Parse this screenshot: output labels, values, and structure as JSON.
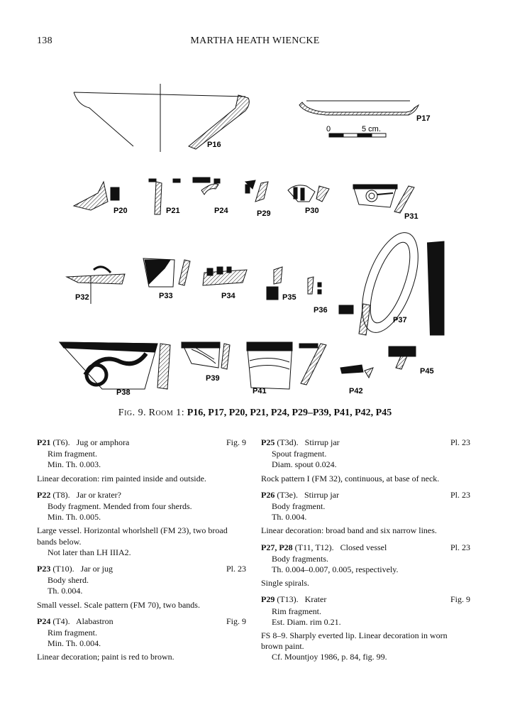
{
  "header": {
    "page_number": "138",
    "author": "MARTHA HEATH WIENCKE"
  },
  "figure": {
    "labels": [
      "P16",
      "P17",
      "P20",
      "P21",
      "P24",
      "P29",
      "P30",
      "P31",
      "P32",
      "P33",
      "P34",
      "P35",
      "P36",
      "P37",
      "P38",
      "P39",
      "P41",
      "P42",
      "P45"
    ],
    "scale_zero": "0",
    "scale_text": "5 cm."
  },
  "caption": {
    "fig": "Fig. 9.",
    "room": "Room 1:",
    "items": "P16, P17, P20, P21, P24, P29–P39, P41, P42, P45"
  },
  "left_entries": [
    {
      "id": "P21",
      "ctx": "(T6).",
      "name": "Jug or amphora",
      "ref": "Fig. 9",
      "lines": [
        "Rim fragment.",
        "Min. Th. 0.003."
      ],
      "desc": [
        "Linear decoration: rim painted inside and outside."
      ]
    },
    {
      "id": "P22",
      "ctx": "(T8).",
      "name": "Jar or krater?",
      "ref": "",
      "lines": [
        "Body fragment. Mended from four sherds.",
        "Min. Th. 0.005."
      ],
      "desc": [
        "Large vessel. Horizontal whorlshell (FM 23), two broad bands below."
      ],
      "desc_ind": [
        "Not later than LH IIIA2."
      ]
    },
    {
      "id": "P23",
      "ctx": "(T10).",
      "name": "Jar or jug",
      "ref": "Pl. 23",
      "lines": [
        "Body sherd.",
        "Th. 0.004."
      ],
      "desc": [
        "Small vessel. Scale pattern (FM 70), two bands."
      ]
    },
    {
      "id": "P24",
      "ctx": "(T4).",
      "name": "Alabastron",
      "ref": "Fig. 9",
      "lines": [
        "Rim fragment.",
        "Min. Th. 0.004."
      ],
      "desc": [
        "Linear decoration; paint is red to brown."
      ]
    }
  ],
  "right_entries": [
    {
      "id": "P25",
      "ctx": "(T3d).",
      "name": "Stirrup jar",
      "ref": "Pl. 23",
      "lines": [
        "Spout fragment.",
        "Diam. spout 0.024."
      ],
      "desc": [
        "Rock pattern I (FM 32), continuous, at base of neck."
      ]
    },
    {
      "id": "P26",
      "ctx": "(T3e).",
      "name": "Stirrup jar",
      "ref": "Pl. 23",
      "lines": [
        "Body fragment.",
        "Th. 0.004."
      ],
      "desc": [
        "Linear decoration: broad band and six narrow lines."
      ]
    },
    {
      "id": "P27, P28",
      "ctx": "(T11, T12).",
      "name": "Closed vessel",
      "ref": "Pl. 23",
      "lines": [
        "Body fragments.",
        "Th. 0.004–0.007, 0.005, respectively."
      ],
      "desc": [
        "Single spirals."
      ]
    },
    {
      "id": "P29",
      "ctx": "(T13).",
      "name": "Krater",
      "ref": "Fig. 9",
      "lines": [
        "Rim fragment.",
        "Est. Diam. rim 0.21."
      ],
      "desc": [
        "FS 8–9. Sharply everted lip. Linear decoration in worn brown paint."
      ],
      "desc_ind": [
        "Cf. Mountjoy 1986, p. 84, fig. 99."
      ]
    }
  ]
}
